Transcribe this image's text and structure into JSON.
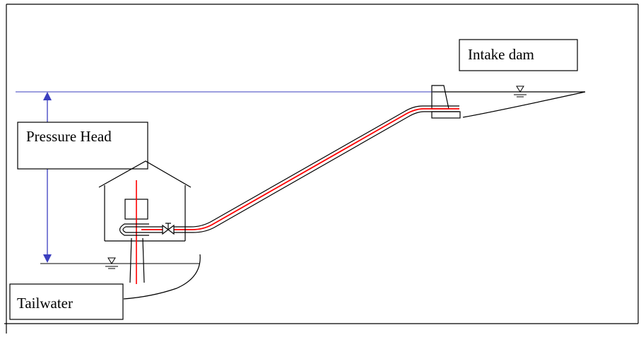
{
  "labels": {
    "intake": "Intake dam",
    "pressure_head": "Pressure Head",
    "tailwater": "Tailwater"
  },
  "colors": {
    "head_line": "#3b3fbf",
    "water_conduit": "#ff0000",
    "ink": "#000000"
  },
  "icons": {
    "water_level": "water-level-triangle-icon",
    "valve": "valve-icon",
    "turbine": "turbine-icon",
    "generator": "generator-box-icon"
  }
}
